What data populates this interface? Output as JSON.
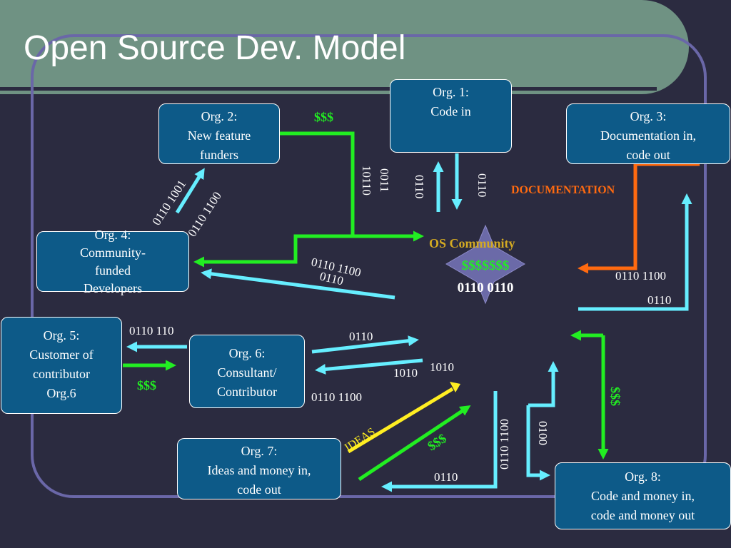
{
  "title": "Open Source Dev. Model",
  "center": {
    "title": "OS Community",
    "money": "$$$$$$$",
    "code": "0110 0110"
  },
  "orgs": {
    "org1": {
      "name": "Org. 1:",
      "lines": [
        "Code in"
      ]
    },
    "org2": {
      "name": "Org. 2:",
      "lines": [
        "New feature",
        "funders"
      ]
    },
    "org3": {
      "name": "Org. 3:",
      "lines": [
        "Documentation in,",
        "code out"
      ]
    },
    "org4": {
      "name": "Org. 4:",
      "lines": [
        "Community-",
        "funded",
        "Developers"
      ]
    },
    "org5": {
      "name": "Org. 5:",
      "lines": [
        "Customer of",
        "contributor",
        "Org.6"
      ]
    },
    "org6": {
      "name": "Org. 6:",
      "lines": [
        "Consultant/",
        "Contributor"
      ]
    },
    "org7": {
      "name": "Org. 7:",
      "lines": [
        "Ideas and money in,",
        "code out"
      ]
    },
    "org8": {
      "name": "Org. 8:",
      "lines": [
        "Code and money in,",
        "code and money out"
      ]
    }
  },
  "labels": {
    "money_org2": "$$$",
    "code_org2_a": "10110",
    "code_org2_b": "0011",
    "code_org1_up": "0110",
    "code_org1_down": "0110",
    "documentation": "DOCUMENTATION",
    "code_org4_a": "0110 1001",
    "code_org4_b": "0110 1100",
    "code_to_org4_a": "0110 1100",
    "code_to_org4_b": "0110",
    "code_org3_a": "0110 1100",
    "code_org3_b": "0110",
    "code_org5": "0110 110",
    "money_org5": "$$$",
    "code_org6_out": "0110",
    "code_org6_in_a": "1010",
    "code_org6_in_b": "1010",
    "code_org6_c": "0110 1100",
    "ideas": "IDEAS",
    "money_org7": "$$$",
    "code_org7": "0110",
    "code_vert_a": "0110 1100",
    "code_vert_b": "0100",
    "money_org8": "$$$"
  },
  "colors": {
    "code": "#66eeff",
    "money": "#22ee22",
    "documentation": "#ff6a10",
    "ideas": "#ffee22",
    "box": "#0d5a88",
    "center_star": "#6b6aa8",
    "center_label": "#d4aa22"
  }
}
